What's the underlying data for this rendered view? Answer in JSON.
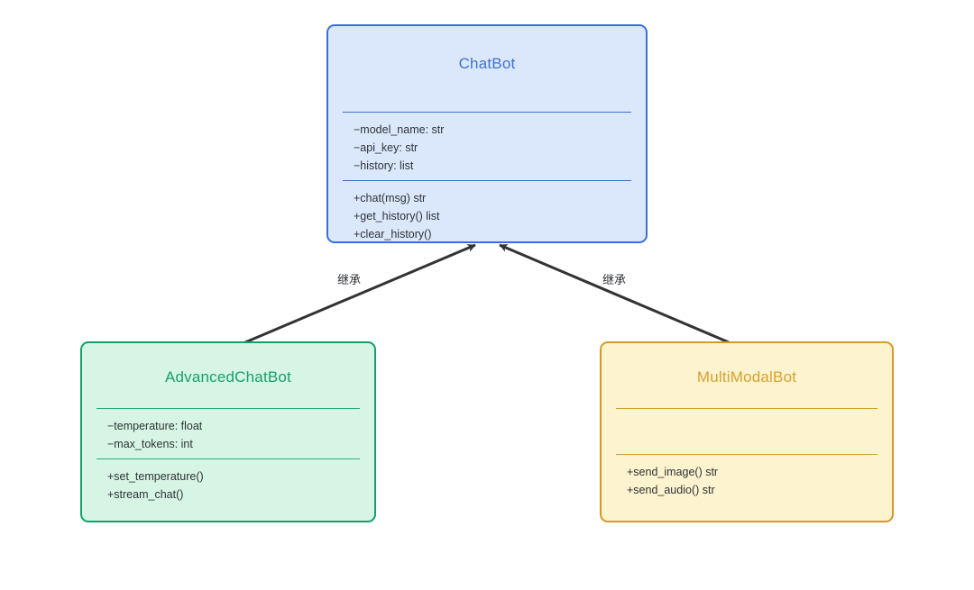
{
  "diagram": {
    "type": "uml-class-diagram",
    "background": "#ffffff",
    "classes": [
      {
        "id": "chatbot",
        "name": "ChatBot",
        "fill": "#dbe8fb",
        "stroke": "#3b6fd4",
        "title_color": "#3f72d0",
        "attributes": [
          "−model_name: str",
          "−api_key: str",
          "−history: list"
        ],
        "methods": [
          "+chat(msg) str",
          "+get_history() list",
          "+clear_history()"
        ]
      },
      {
        "id": "advanced",
        "name": "AdvancedChatBot",
        "fill": "#d6f5e4",
        "stroke": "#14a06b",
        "title_color": "#18a06a",
        "attributes": [
          "−temperature: float",
          "−max_tokens: int"
        ],
        "methods": [
          "+set_temperature()",
          "+stream_chat()"
        ]
      },
      {
        "id": "multimodal",
        "name": "MultiModalBot",
        "fill": "#fdf3cf",
        "stroke": "#d49a28",
        "title_color": "#d8a22f",
        "attributes": [],
        "methods": [
          "+send_image() str",
          "+send_audio() str"
        ]
      }
    ],
    "relations": [
      {
        "id": "advanced-to-chatbot",
        "label": "继承",
        "from": "advanced",
        "to": "chatbot",
        "kind": "inheritance",
        "color": "#333333"
      },
      {
        "id": "multimodal-to-chatbot",
        "label": "继承",
        "from": "multimodal",
        "to": "chatbot",
        "kind": "inheritance",
        "color": "#333333"
      }
    ]
  }
}
